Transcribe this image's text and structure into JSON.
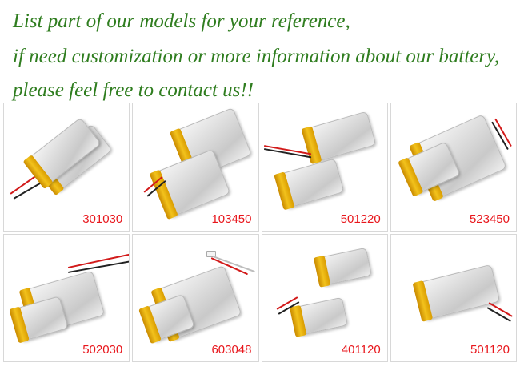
{
  "header": {
    "line1": "List part of our models for your reference,",
    "line2": "if need customization or more information about our battery,",
    "line3": "please feel free to contact us!!"
  },
  "tiles": [
    {
      "model": "301030"
    },
    {
      "model": "103450"
    },
    {
      "model": "501220"
    },
    {
      "model": "523450"
    },
    {
      "model": "502030"
    },
    {
      "model": "603048"
    },
    {
      "model": "401120"
    },
    {
      "model": "501120"
    }
  ],
  "colors": {
    "headline": "#2f7d1f",
    "model_label": "#e8161c",
    "tape": "#f2c21c",
    "wire_red": "#d21a1a",
    "wire_black": "#222222"
  }
}
